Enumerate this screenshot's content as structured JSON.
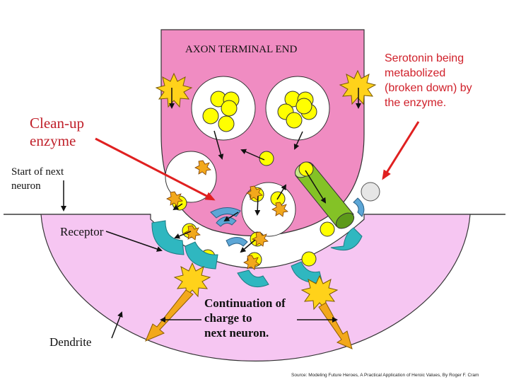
{
  "labels": {
    "axon_terminal": "AXON TERMINAL END",
    "cleanup_enzyme": [
      "Clean-up",
      "enzyme"
    ],
    "serotonin": [
      "Serotonin being",
      "metabolized",
      "(broken down) by",
      "the enzyme."
    ],
    "start_next_neuron": [
      "Start of next",
      "neuron"
    ],
    "receptor": "Receptor",
    "dendrite": "Dendrite",
    "continuation": [
      "Continuation of",
      "charge to",
      "next neuron."
    ],
    "source": "Source: Modeling Future Heroes, A Practical Application of Heroic Values, By Roger F. Cram"
  },
  "colors": {
    "axon_fill": "#f08cc2",
    "dendrite_fill": "#f6c6f2",
    "vesicle_fill": "#ffffff",
    "neurotransmitter": "#ffff00",
    "receptor": "#2fb7c0",
    "enzyme": "#5ca6d6",
    "arrow_red": "#e02020",
    "orange_arrow": "#f2a81c",
    "burst": "#ffd21a",
    "reuptake_channel": "#84c226"
  }
}
